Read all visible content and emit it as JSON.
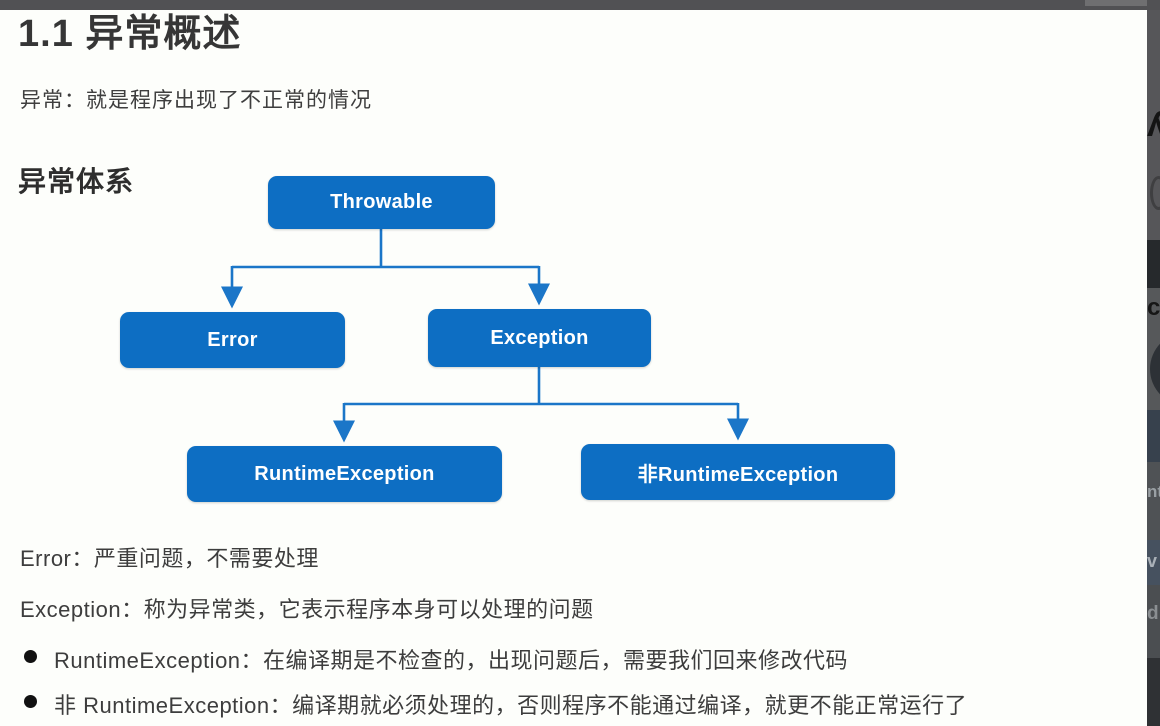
{
  "page": {
    "title": "1.1 异常概述",
    "intro": "异常：就是程序出现了不正常的情况",
    "section_heading": "异常体系"
  },
  "diagram": {
    "type": "tree",
    "description": "Java exception class hierarchy",
    "nodes": [
      {
        "id": "throwable",
        "label": "Throwable",
        "parent": null
      },
      {
        "id": "error",
        "label": "Error",
        "parent": "throwable"
      },
      {
        "id": "exception",
        "label": "Exception",
        "parent": "throwable"
      },
      {
        "id": "runtime_exception",
        "label": "RuntimeException",
        "parent": "exception"
      },
      {
        "id": "non_runtime_exception",
        "label": "非RuntimeException",
        "parent": "exception"
      }
    ],
    "colors": {
      "node_fill": "#0d6ec3",
      "node_text": "#ffffff",
      "connector": "#1b76c8"
    }
  },
  "notes": {
    "error_line": "Error：严重问题，不需要处理",
    "exception_line": "Exception：称为异常类，它表示程序本身可以处理的问题",
    "bullets": [
      "RuntimeException：在编译期是不检查的，出现问题后，需要我们回来修改代码",
      "非 RuntimeException：编译期就必须处理的，否则程序不能通过编译，就更不能正常运行了"
    ]
  },
  "edge_strip": {
    "fragments": {
      "glyph": "y",
      "c": "c",
      "nt": "nt",
      "v": "v",
      "d": "d"
    }
  }
}
